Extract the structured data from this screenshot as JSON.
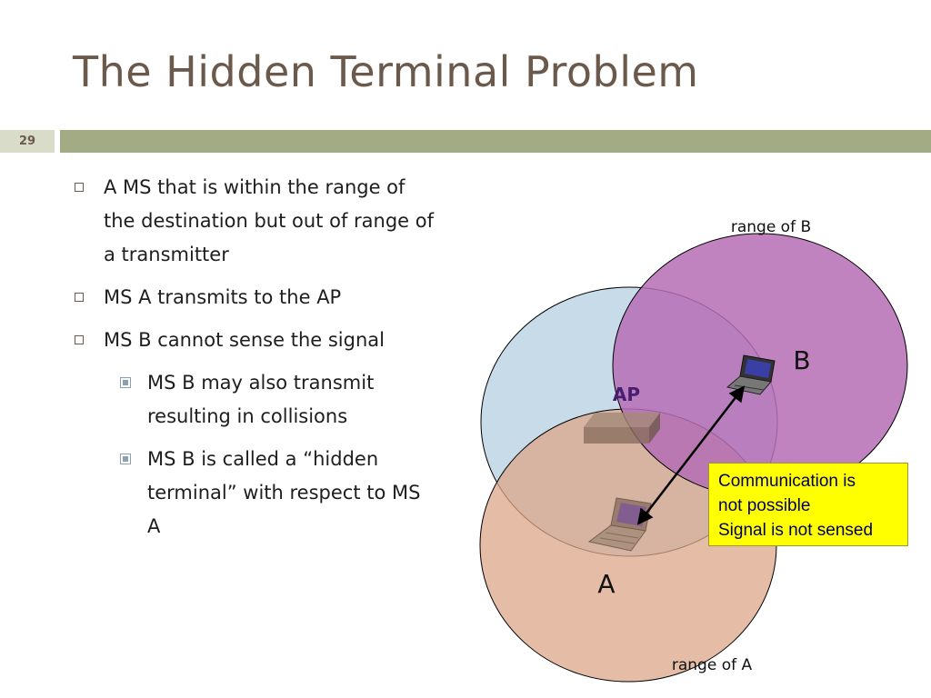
{
  "slide": {
    "title": "The Hidden Terminal Problem",
    "number": "29"
  },
  "bullets": [
    {
      "text": "A MS that is within the range of the destination but out of range of a transmitter"
    },
    {
      "text": "MS A transmits to the AP"
    },
    {
      "text": "MS B cannot sense the signal"
    }
  ],
  "sub_bullets": [
    {
      "text": "MS B may also transmit resulting in collisions"
    },
    {
      "text": "MS B is called a “hidden terminal” with respect to MS A"
    }
  ],
  "diagram": {
    "range_b_label": "range of B",
    "range_a_label": "range of A",
    "node_b_label": "B",
    "node_a_label": "A",
    "ap_label": "AP",
    "note_lines": [
      "Communication is",
      "not possible",
      "Signal is not sensed"
    ]
  },
  "colors": {
    "title": "#6b5a4c",
    "accent_bar": "#a2ab84",
    "ap_circle": "#c8dbe9",
    "range_b": "#b56db5",
    "range_a": "#dca688",
    "note_background": "#ffff00"
  }
}
